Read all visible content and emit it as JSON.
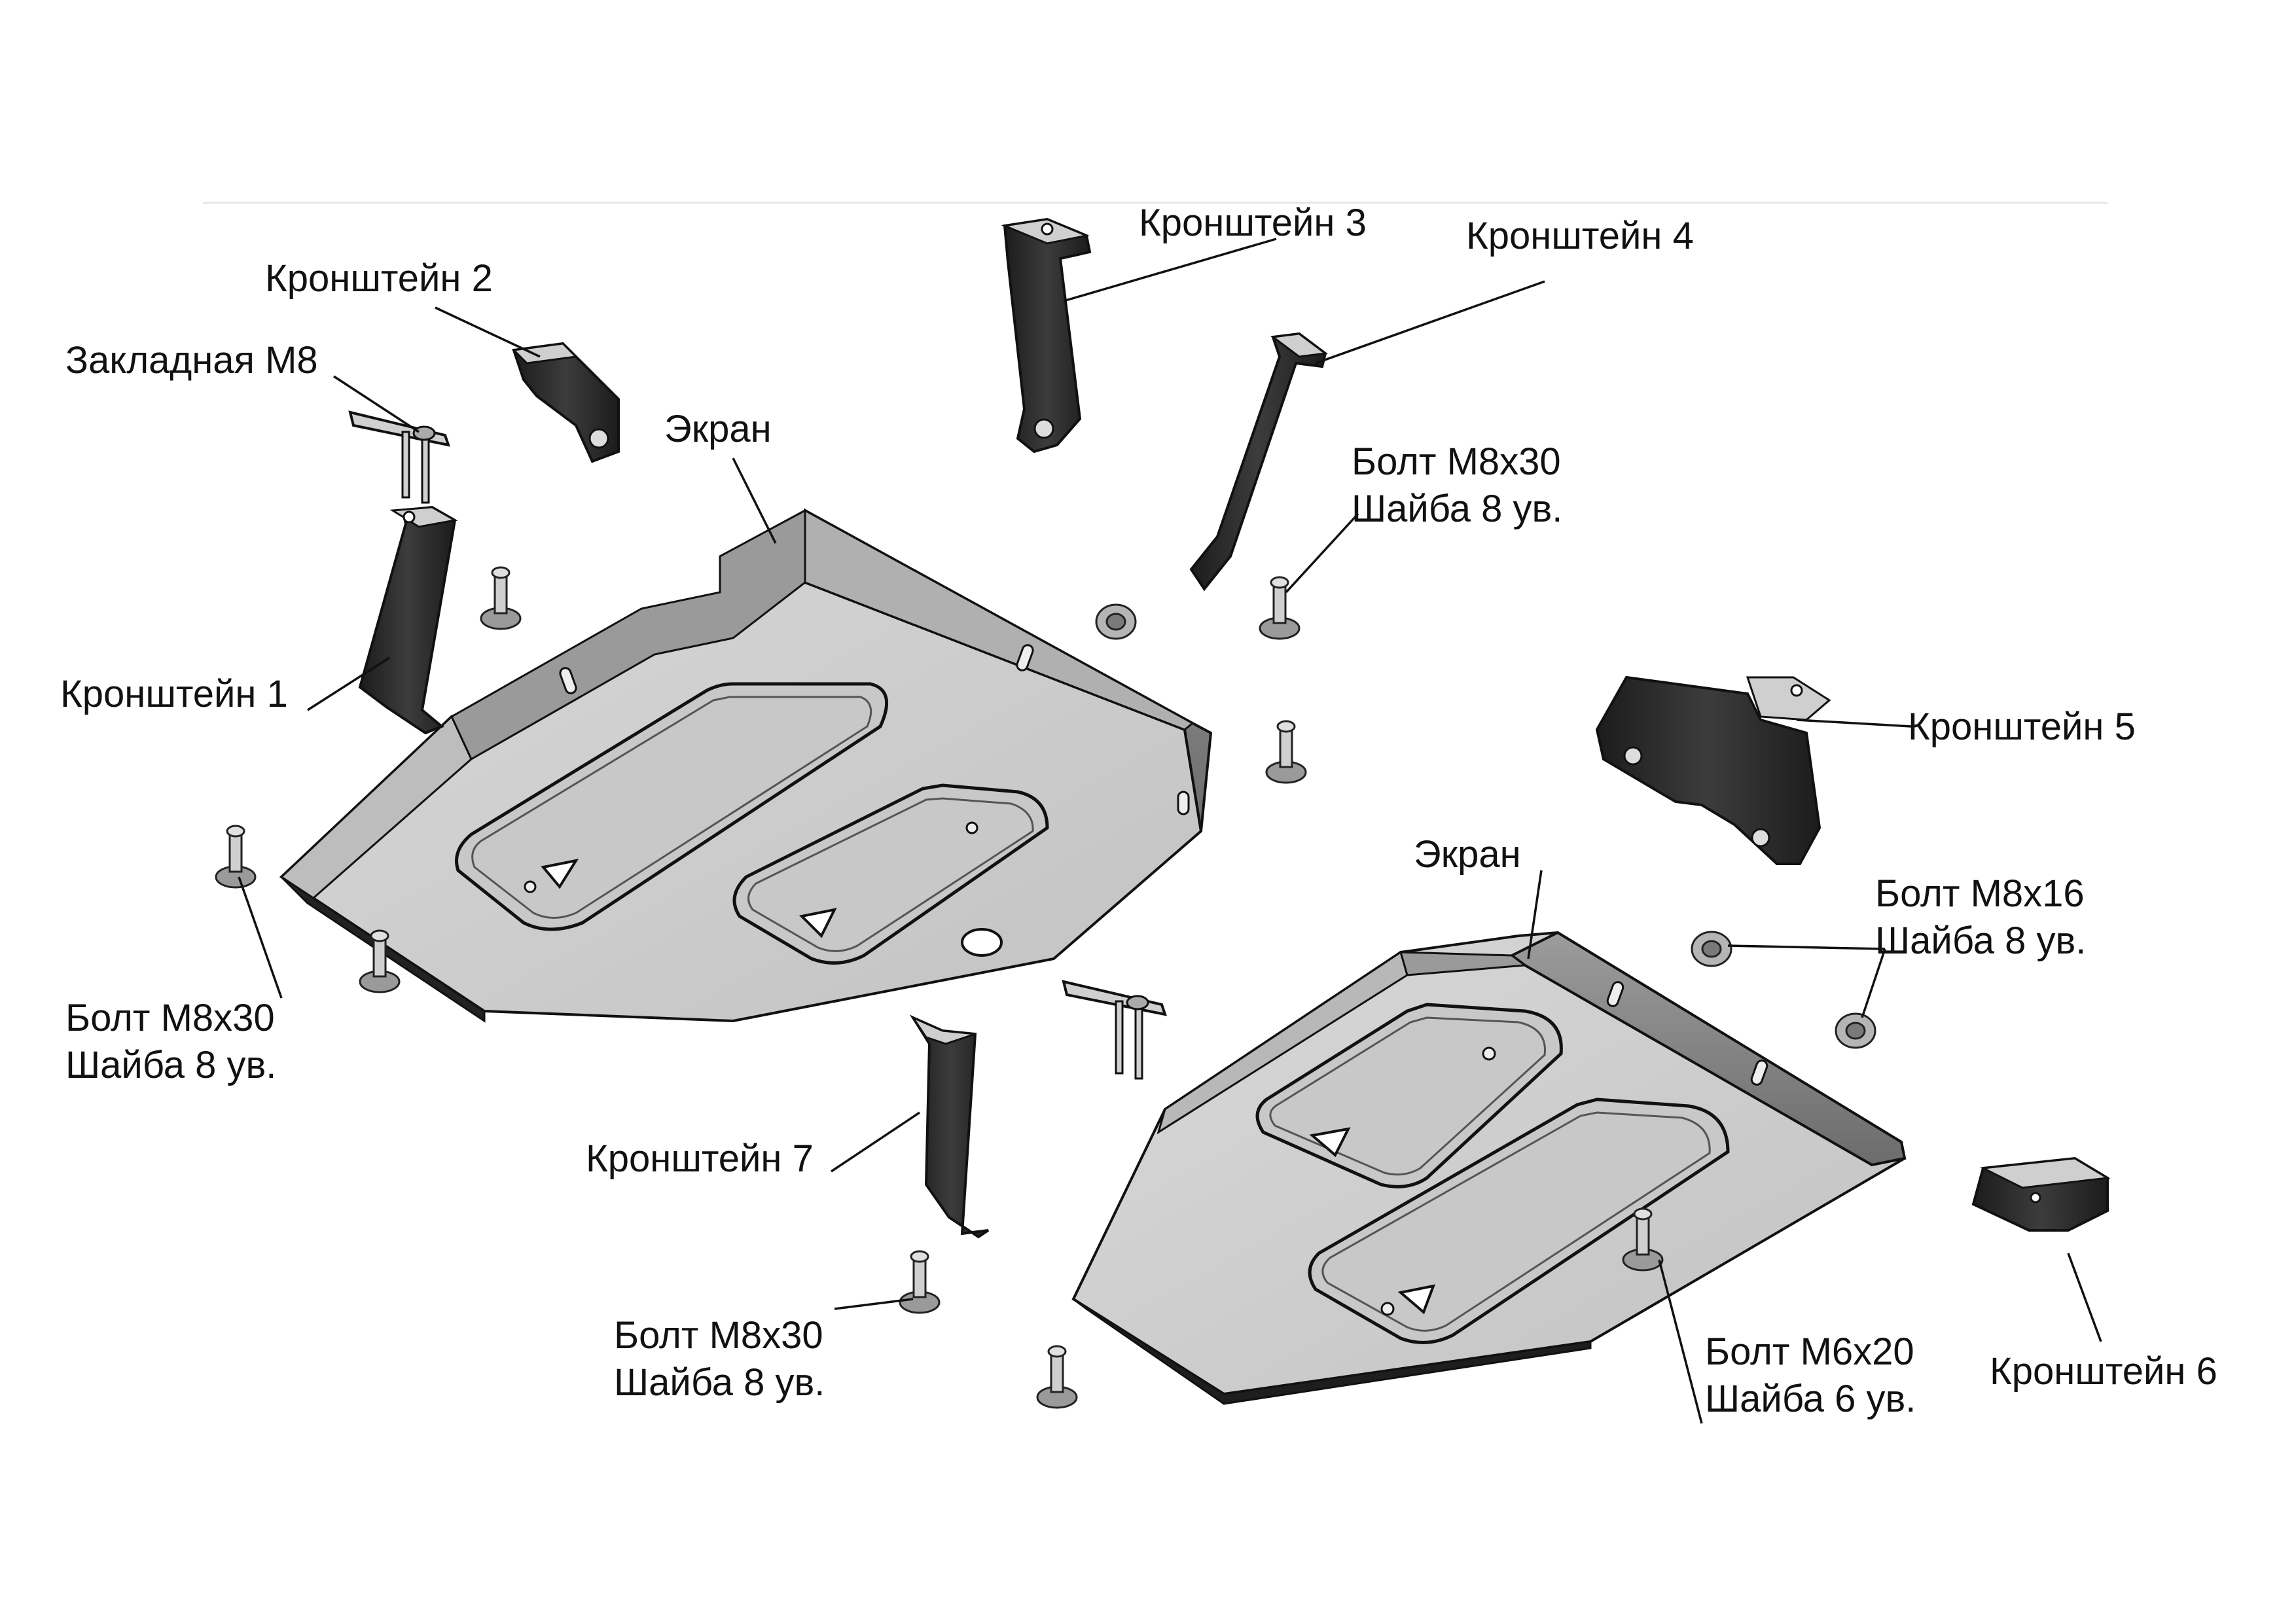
{
  "labels": {
    "bracket_1": "Кронштейн 1",
    "bracket_2": "Кронштейн 2",
    "bracket_3": "Кронштейн 3",
    "bracket_4": "Кронштейн 4",
    "bracket_5": "Кронштейн 5",
    "bracket_6": "Кронштейн 6",
    "bracket_7": "Кронштейн 7",
    "insert_m8": "Закладная М8",
    "screen_top": "Экран",
    "screen_bottom": "Экран",
    "bolt_top": {
      "line1": "Болт М8х30",
      "line2": "Шайба 8 ув."
    },
    "bolt_left": {
      "line1": "Болт М8х30",
      "line2": "Шайба 8 ув."
    },
    "bolt_bottom": {
      "line1": "Болт М8х30",
      "line2": "Шайба 8 ув."
    },
    "bolt_m8x16": {
      "line1": "Болт М8х16",
      "line2": "Шайба 8 ув."
    },
    "bolt_m6x20": {
      "line1": "Болт М6х20",
      "line2": "Шайба 6 ув."
    }
  },
  "colors": {
    "plate_fill": "#d4d4d4",
    "plate_side": "#8a8a8a",
    "bracket_dark": "#2a2a2a",
    "line": "#111111"
  }
}
